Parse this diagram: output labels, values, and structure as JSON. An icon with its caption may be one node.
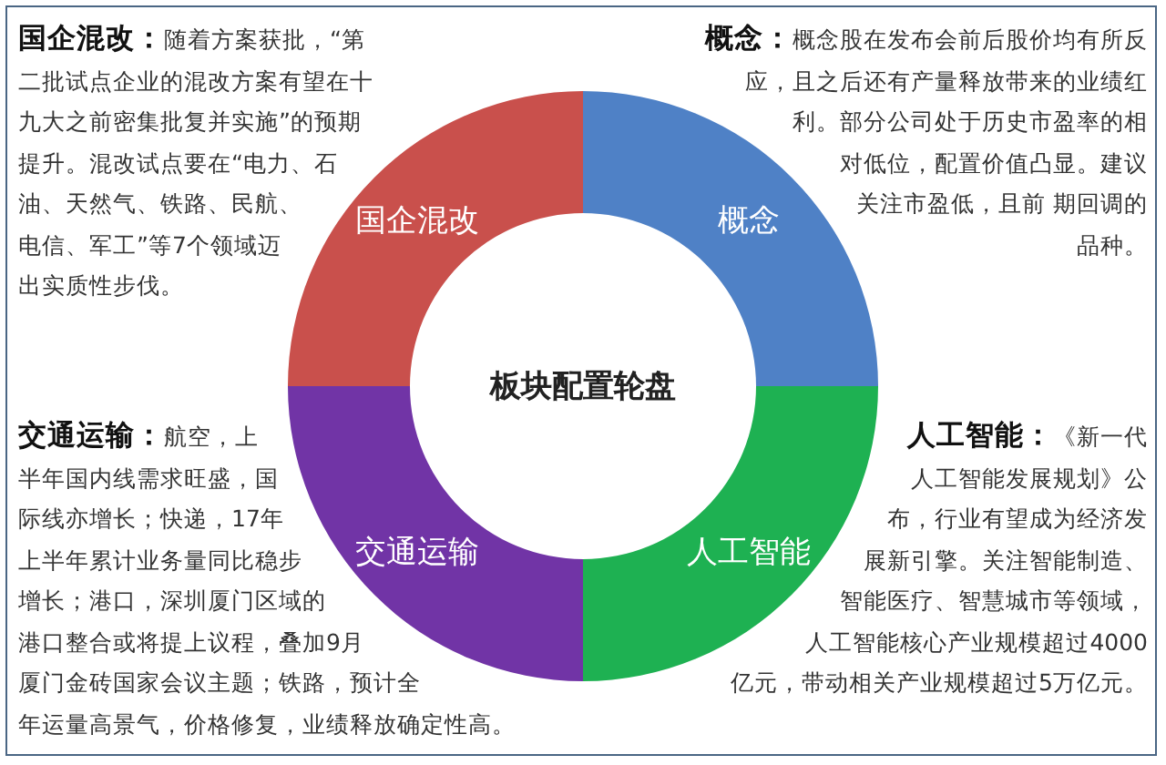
{
  "diagram": {
    "title": "板块配置轮盘",
    "nodes": [
      {
        "text": [
          "国企混改"
        ]
      },
      {
        "text": [
          "概念"
        ]
      },
      {
        "text": [
          "人工智能"
        ]
      },
      {
        "text": [
          "交通运输"
        ]
      }
    ],
    "labels": [
      "**国企混改：**随着方案获批，“第二批试点企业的混改方案有望在十九大之前密集批复并实施”的预期提升。混改试点要在“电力、石油、天然气、铁路、民航、电信、军工”等7个领域迈出实质性步伐。",
      "**概念：**概念股在发布会前后股价均有所反应，且之后还有产量释放带来的业绩红利。部分公司处于历史市盈率的相对低位，配置价值凸显。建议关注市盈低，且前 期回调的品种。",
      "**交通运输：**航空，上半年国内线需求旺盛，国际线亦增长；快递，17年上半年累计业务量同比稳步增长；港口，深圳厦门区域的港口整合或将提上议程，叠加9月厦门金砖国家会议主题；铁路，预计全年运量高景气，价格修复，业绩释放确定性高。",
      "**人工智能：**《新一代人工智能发展规划》公布，行业有望成为经济发展新引擎。关注智能制造、智能医疗、智慧城市等领域，人工智能核心产业规模超过4000亿元，带动相关产业规模超过5万亿元。"
    ]
  }
}
